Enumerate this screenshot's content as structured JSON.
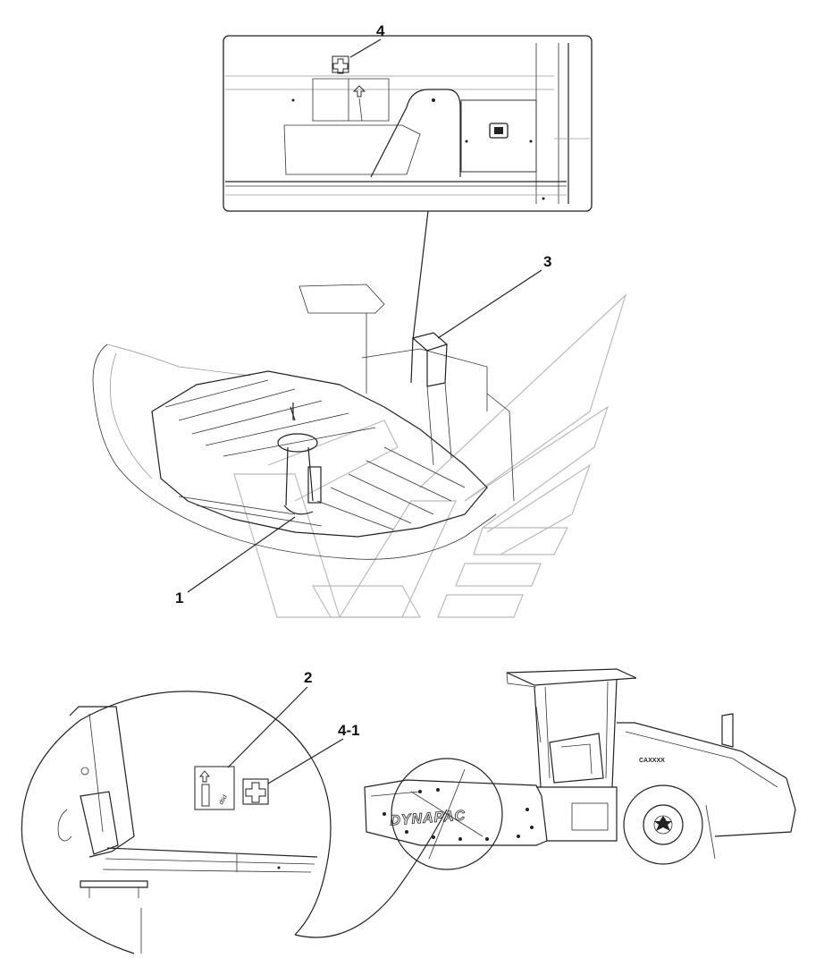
{
  "callouts": {
    "label_1": "1",
    "label_2": "2",
    "label_3": "3",
    "label_4": "4",
    "label_4_1": "4-1"
  },
  "machine": {
    "brand_text": "DYNAPAC",
    "model_text": "CAXXXX"
  },
  "decal": {
    "extinguisher_text": "dtid"
  },
  "icons": {
    "first_aid": "first-aid-cross-icon",
    "arrow_up": "arrow-up-icon",
    "fire_extinguisher": "fire-extinguisher-icon"
  }
}
